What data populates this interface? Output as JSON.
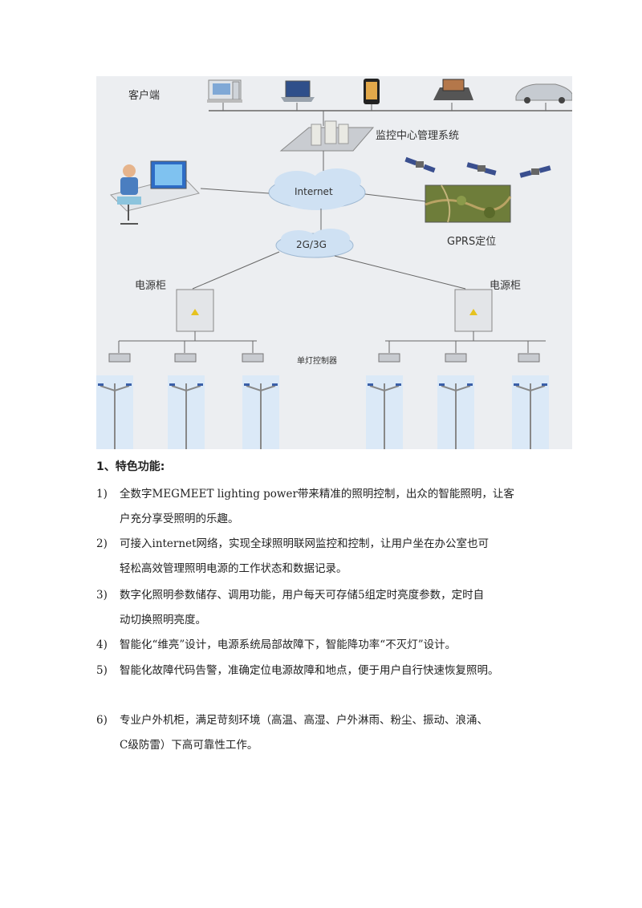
{
  "diagram": {
    "client_label": "客户端",
    "monitor_label": "监控中心管理系统",
    "internet_label": "Internet",
    "network_label": "2G/3G",
    "gprs_label": "GPRS定位",
    "cabinet_left_label": "电源柜",
    "cabinet_right_label": "电源柜",
    "controller_label": "单灯控制器",
    "client_devices": [
      "desktop-icon",
      "laptop-icon",
      "phone-icon",
      "desk-phone-icon",
      "car-icon"
    ]
  },
  "section": {
    "heading": "1、特色功能:",
    "items": [
      {
        "num": "1)",
        "line1": "全数字MEGMEET lighting power带来精准的照明控制，出众的智能照明，让客",
        "line2": "户充分享受照明的乐趣。"
      },
      {
        "num": "2)",
        "line1": "可接入internet网络，实现全球照明联网监控和控制，让用户坐在办公室也可",
        "line2": "轻松高效管理照明电源的工作状态和数据记录。"
      },
      {
        "num": "3)",
        "line1": "数字化照明参数储存、调用功能，用户每天可存储5组定时亮度参数，定时自",
        "line2": "动切换照明亮度。"
      },
      {
        "num": "4)",
        "line1": "智能化“维亮”设计，电源系统局部故障下，智能降功率“不灭灯”设计。"
      },
      {
        "num": "5)",
        "line1": "智能化故障代码告警，准确定位电源故障和地点，便于用户自行快速恢复照明。"
      },
      {
        "num": "6)",
        "line1": "专业户外机柜，满足苛刻环境（高温、高湿、户外淋雨、粉尘、振动、浪涌、",
        "line2": "C级防雷）下高可靠性工作。"
      }
    ]
  }
}
